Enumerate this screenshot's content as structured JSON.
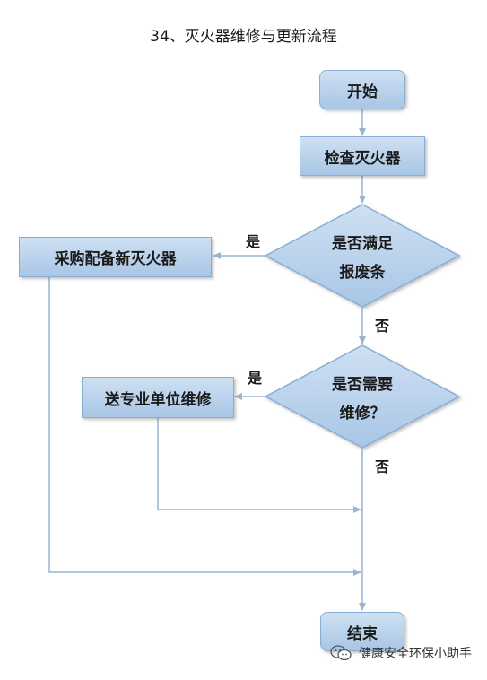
{
  "title": "34、灭火器维修与更新流程",
  "nodes": {
    "start": "开始",
    "check": "检查灭火器",
    "decision_scrap": [
      "是否满足",
      "报废条"
    ],
    "buy_new": "采购配备新灭火器",
    "decision_repair": [
      "是否需要",
      "维修？"
    ],
    "send_repair": "送专业单位维修",
    "end": "结束"
  },
  "edge_labels": {
    "scrap_yes": "是",
    "scrap_no": "否",
    "repair_yes": "是",
    "repair_no": "否"
  },
  "watermark": {
    "text": "健康安全环保小助手",
    "icon": "wechat-icon"
  },
  "colors": {
    "fill_top": "#cfe0f2",
    "fill_bottom": "#a8c6e6",
    "border": "#8aaed3",
    "connector": "#9bb4cf"
  }
}
